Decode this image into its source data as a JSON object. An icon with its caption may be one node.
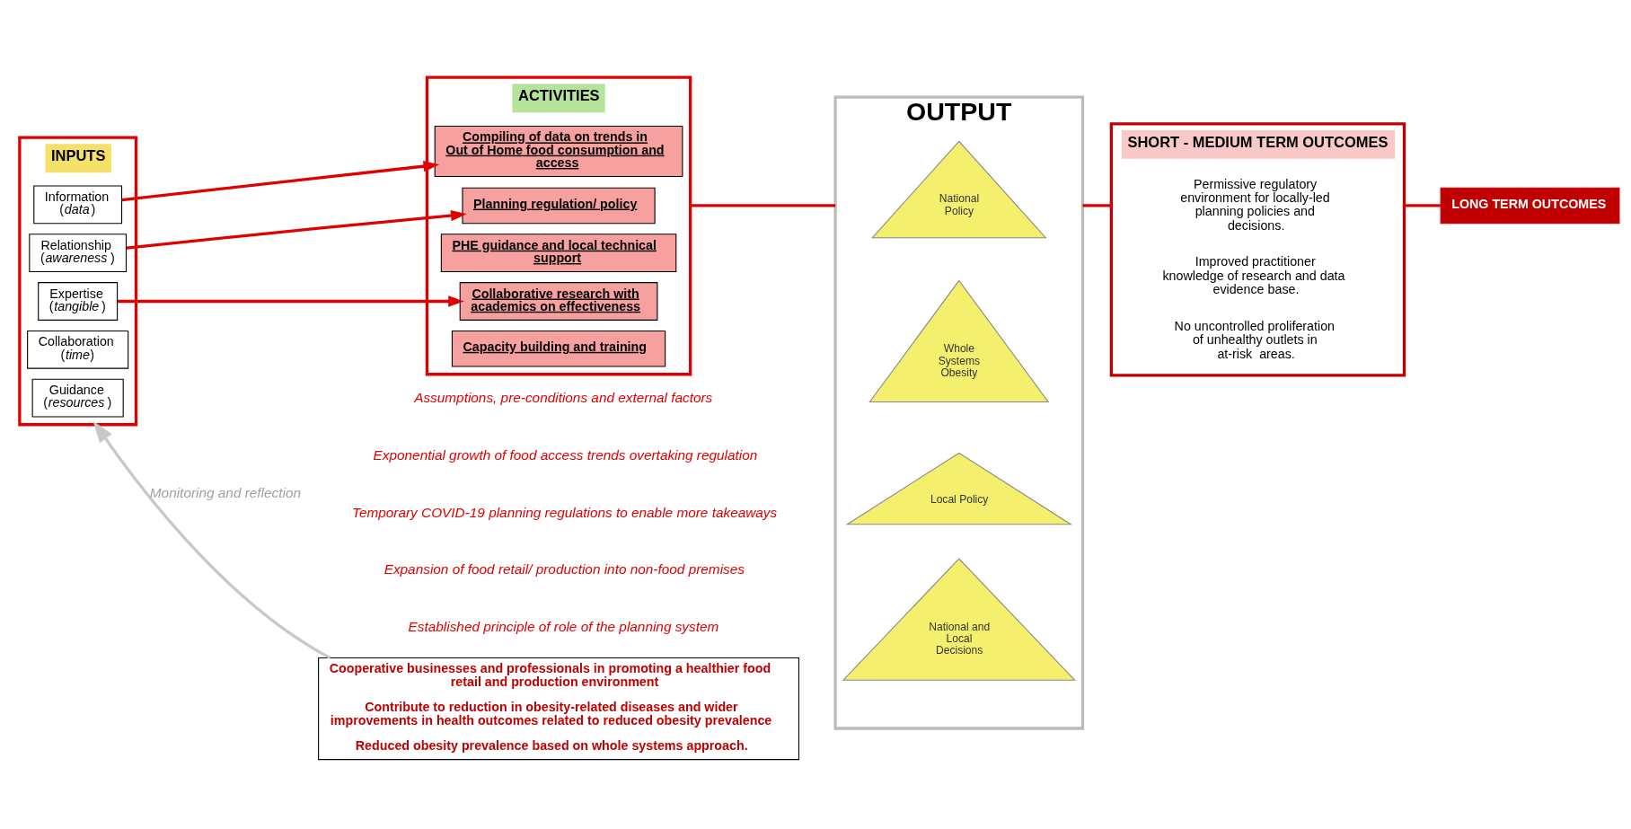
{
  "diagram": {
    "nodes": [
      {
        "text": [
          "INPUTS"
        ]
      },
      {
        "text": [
          "Relationship (*awareness*)"
        ],
        "in": 0
      },
      {
        "text": [
          "Information (*data*)"
        ],
        "in": 0
      },
      {
        "text": [
          "Expertise (*tangible*)"
        ],
        "in": 0
      },
      {
        "text": [
          "Collaboration (*time*)"
        ],
        "in": 0
      },
      {
        "text": [
          "Guidance (*resources*)"
        ],
        "in": 0
      },
      {
        "text": [
          "ACTIVITIES"
        ]
      },
      {
        "text": [
          "Planning regulation/ policy"
        ],
        "in": 6
      },
      {
        "text": [
          "Compiling of data on trends in Out of Home food consumption and access"
        ],
        "in": 6
      },
      {
        "text": [
          "PHE guidance and local technical support"
        ],
        "in": 6
      },
      {
        "text": [
          "Collaborative research with academics on effectiveness"
        ],
        "in": 6
      },
      {
        "text": [
          "Capacity building and training"
        ],
        "in": 6
      },
      {
        "text": [
          "OUTPUT"
        ]
      },
      {
        "text": [
          "National Policy"
        ],
        "in": 12
      },
      {
        "text": [
          "Whole Systems Obesity"
        ],
        "in": 12
      },
      {
        "text": [
          "Local Policy"
        ],
        "in": 12
      },
      {
        "text": [
          "National and Local Decisions"
        ],
        "in": 12
      },
      {
        "text": [
          "SHORT - MEDIUM TERM OUTCOMES"
        ]
      },
      {
        "text": [
          "Permissive regulatory environment for locally-led planning policies and decisions."
        ],
        "in": 17
      },
      {
        "text": [
          "Improved practitioner knowledge of research and data evidence base."
        ],
        "in": 17
      },
      {
        "text": [
          "No uncontrolled proliferation of unhealthy outlets in at-risk  areas."
        ],
        "in": 17
      },
      {
        "text": [
          "LONG TERM OUTCOMES"
        ]
      },
      {
        "text": [
          "Cooperative businesses and professionals in promoting a healthier food retail and production environment",
          "Contribute to reduction in obesity-related diseases and wider improvements in health outcomes related to reduced obesity prevalence",
          "Reduced obesity prevalence based on whole systems approach."
        ]
      }
    ],
    "edges": [
      {
        "from": 1,
        "to": 7,
        "arrow": "to"
      },
      {
        "from": 2,
        "to": 8,
        "arrow": "to"
      },
      {
        "from": 3,
        "to": 10,
        "arrow": "to"
      },
      {
        "from": 6,
        "to": 12,
        "arrow": "none"
      },
      {
        "from": 12,
        "to": 17,
        "arrow": "none"
      },
      {
        "from": 17,
        "to": 21,
        "arrow": "none"
      },
      {
        "from": 22,
        "to": 0,
        "arrow": "to",
        "label": "Monitoring and reflection",
        "color": "#c8c8c8"
      }
    ],
    "labels": [
      "Assumptions, pre-conditions and external factors",
      "Exponential growth of food access trends overtaking regulation",
      "Temporary COVID-19 planning regulations to enable more takeaways",
      "Expansion of food retail/ production into non-food premises",
      "Established principle of role of the planning system"
    ]
  }
}
